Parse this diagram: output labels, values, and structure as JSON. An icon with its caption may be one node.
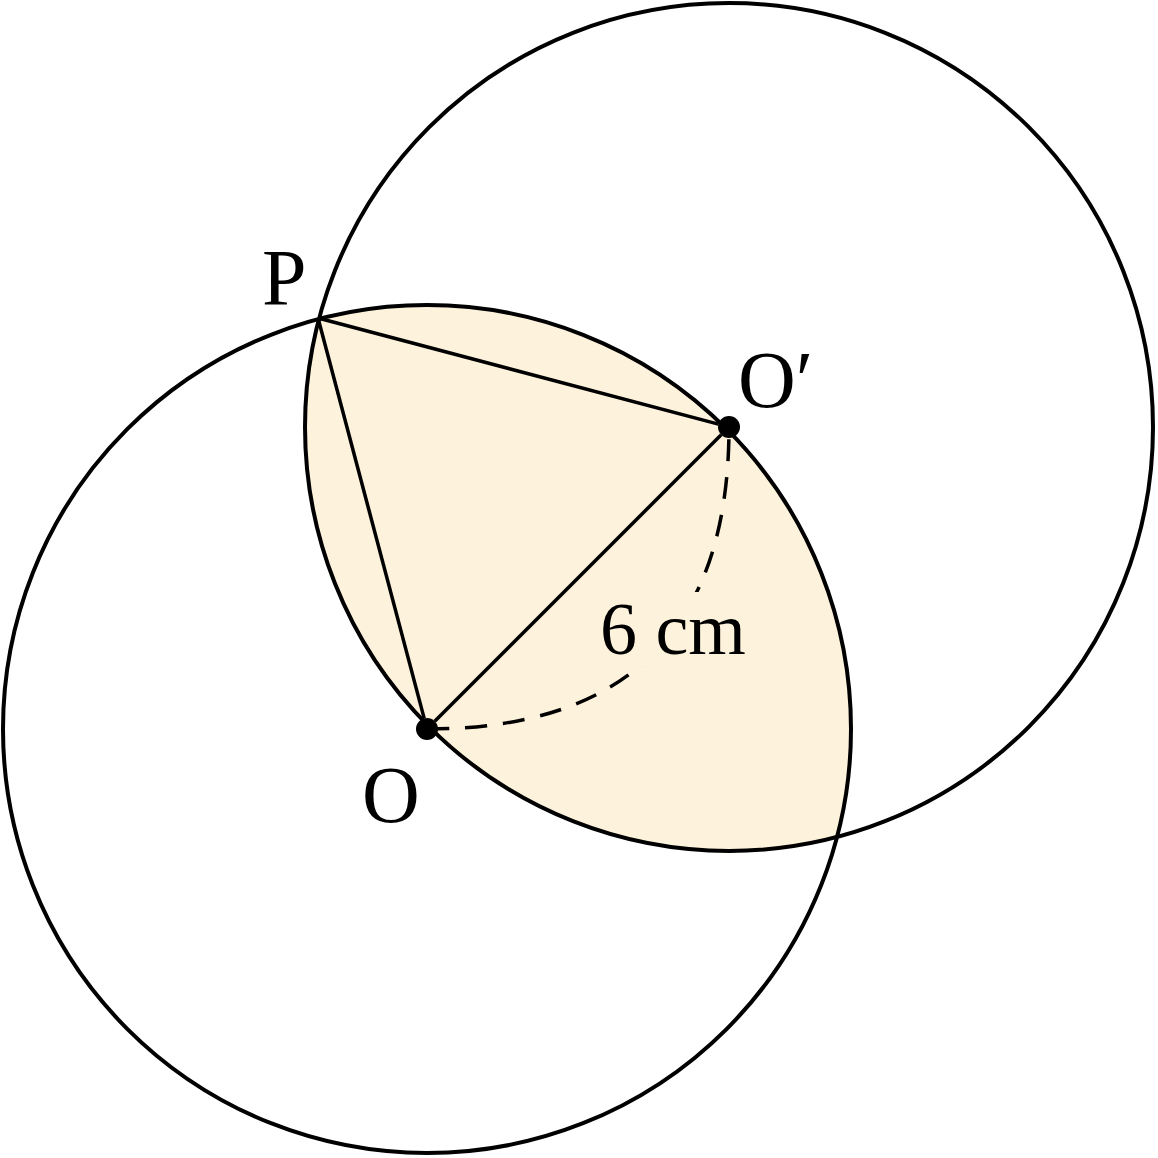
{
  "diagram": {
    "nodes": [
      {
        "text": [
          "P"
        ]
      },
      {
        "text": [],
        "shape": "circle",
        "beside": [
          "O′"
        ]
      },
      {
        "text": [],
        "shape": "circle",
        "beside": [
          "O"
        ]
      }
    ],
    "edges": [
      {
        "from": 0,
        "to": 1,
        "arrow": "none"
      },
      {
        "from": 0,
        "to": 2,
        "arrow": "none"
      },
      {
        "from": 2,
        "to": 1,
        "arrow": "none"
      }
    ],
    "labels": [
      "6 cm"
    ]
  }
}
